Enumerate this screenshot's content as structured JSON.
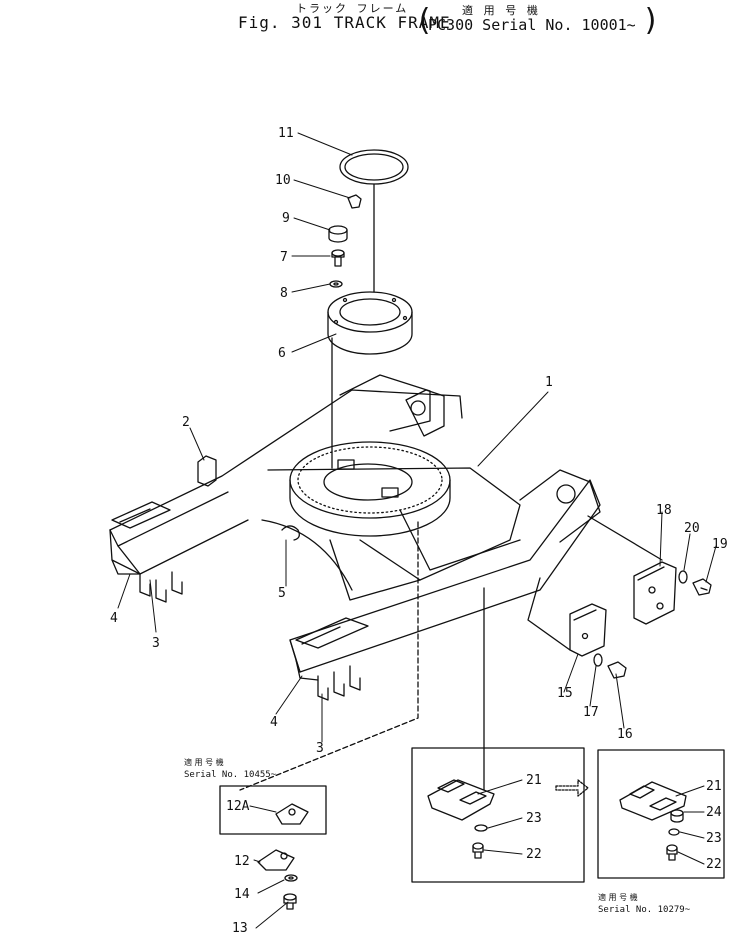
{
  "header": {
    "jp_title": "トラック フレーム",
    "jp_applicable": "適 用 号 機",
    "title": "Fig. 301 TRACK FRAME",
    "model_serial": "PC300  Serial No. 10001~",
    "paren_open": "(",
    "paren_close": ")"
  },
  "callouts": {
    "c1": "1",
    "c2": "2",
    "c3a": "3",
    "c3b": "3",
    "c4a": "4",
    "c4b": "4",
    "c5": "5",
    "c6": "6",
    "c7": "7",
    "c8": "8",
    "c9": "9",
    "c10": "10",
    "c11": "11",
    "c12": "12",
    "c12a": "12A",
    "c13": "13",
    "c14": "14",
    "c15": "15",
    "c16": "16",
    "c17": "17",
    "c18": "18",
    "c19": "19",
    "c20": "20",
    "c21a": "21",
    "c21b": "21",
    "c22a": "22",
    "c22b": "22",
    "c23a": "23",
    "c23b": "23",
    "c24": "24"
  },
  "notes": {
    "left_jp": "適 用 号 機",
    "left_serial": "Serial No. 10455~",
    "right_jp": "適 用 号 機",
    "right_serial": "Serial No. 10279~"
  }
}
